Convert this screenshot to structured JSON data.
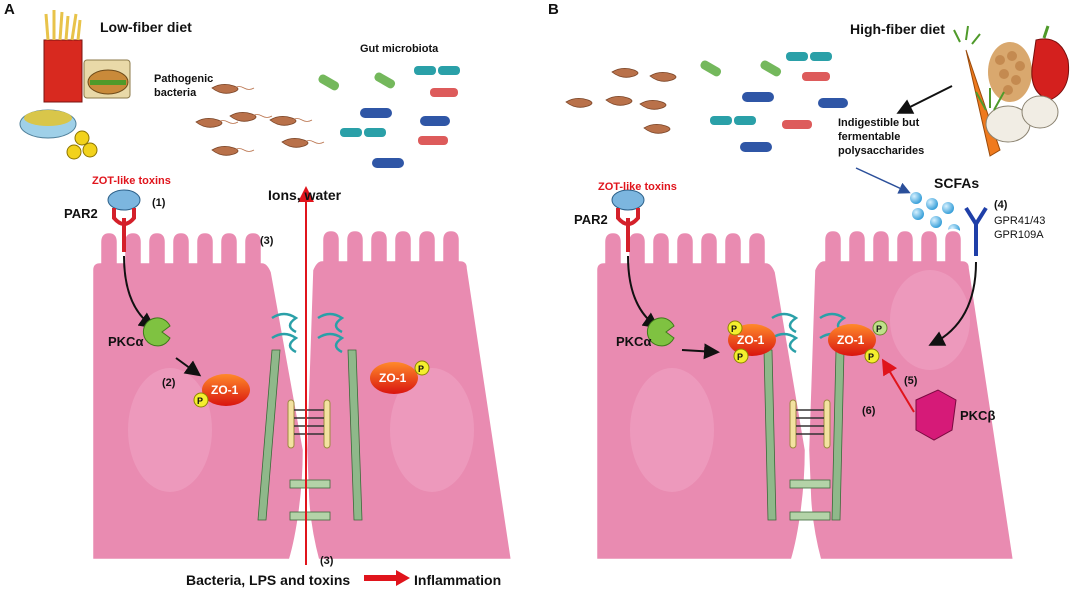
{
  "panels": {
    "a": {
      "letter": "A",
      "diet_label": "Low-fiber diet",
      "pathogenic_label_1": "Pathogenic",
      "pathogenic_label_2": "bacteria",
      "microbiota_label": "Gut microbiota",
      "toxin_label": "ZOT-like toxins",
      "receptor_label": "PAR2",
      "step_1": "(1)",
      "ions_label": "Ions, water",
      "step_3_top": "(3)",
      "step_3_bottom": "(3)",
      "kinase_label": "PKCα",
      "step_2": "(2)",
      "zo1_left": "ZO-1",
      "zo1_right": "ZO-1",
      "phospho": "P",
      "bottom_label": "Bacteria, LPS and toxins",
      "outcome_label": "Inflammation"
    },
    "b": {
      "letter": "B",
      "diet_label": "High-fiber diet",
      "fiber_label_1": "Indigestible but",
      "fiber_label_2": "fermentable",
      "fiber_label_3": "polysaccharides",
      "scfa_label": "SCFAs",
      "step_4": "(4)",
      "receptor_1": "GPR41/43",
      "receptor_2": "GPR109A",
      "toxin_label": "ZOT-like toxins",
      "receptor_label": "PAR2",
      "kinase_label": "PKCα",
      "zo1_left": "ZO-1",
      "zo1_right": "ZO-1",
      "phospho": "P",
      "step_5": "(5)",
      "step_6": "(6)",
      "kinase2_label": "PKCβ"
    }
  },
  "colors": {
    "cell_fill": "#e98bb1",
    "cell_stroke": "#ffffff",
    "receptor_red": "#d4202a",
    "toxin_blue": "#7cb6df",
    "pkca_green": "#7fc241",
    "zo1_red": "#ea2a17",
    "phospho_yellow": "#f4ef2e",
    "arrow_red": "#e0141c",
    "scfa_blue": "#4fb3e3",
    "pkcb_magenta": "#d61a78"
  }
}
